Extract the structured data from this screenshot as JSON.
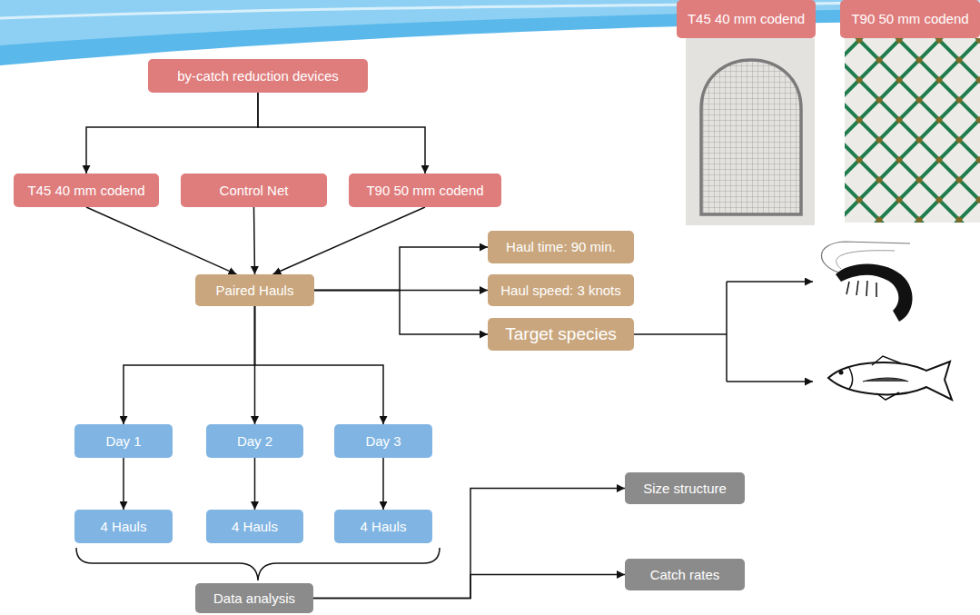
{
  "diagram": {
    "nodes": [
      {
        "text": [
          "by-catch reduction devices"
        ]
      },
      {
        "text": [
          "T45 40 mm codend"
        ]
      },
      {
        "text": [
          "Control Net"
        ]
      },
      {
        "text": [
          "T90 50 mm codend"
        ]
      },
      {
        "text": [
          "Paired Hauls"
        ]
      },
      {
        "text": [
          "Haul time: 90 min."
        ]
      },
      {
        "text": [
          "Haul speed: 3 knots"
        ]
      },
      {
        "text": [
          "Target species"
        ]
      },
      {
        "text": [
          "Day 1"
        ]
      },
      {
        "text": [
          "Day 2"
        ]
      },
      {
        "text": [
          "Day 3"
        ]
      },
      {
        "text": [
          "4 Hauls"
        ]
      },
      {
        "text": [
          "4 Hauls"
        ]
      },
      {
        "text": [
          "4 Hauls"
        ]
      },
      {
        "text": [
          "Data analysis"
        ]
      },
      {
        "text": [
          "Size structure"
        ]
      },
      {
        "text": [
          "Catch rates"
        ]
      },
      {
        "text": [
          "T45 40 mm codend"
        ]
      },
      {
        "text": [
          "T90 50 mm codend"
        ]
      }
    ],
    "edges": [
      {
        "from": 0,
        "to": 1,
        "arrow": "to"
      },
      {
        "from": 0,
        "to": 3,
        "arrow": "to"
      },
      {
        "from": 1,
        "to": 4,
        "arrow": "to"
      },
      {
        "from": 2,
        "to": 4,
        "arrow": "to"
      },
      {
        "from": 3,
        "to": 4,
        "arrow": "to"
      },
      {
        "from": 4,
        "to": 5,
        "arrow": "to"
      },
      {
        "from": 4,
        "to": 6,
        "arrow": "to"
      },
      {
        "from": 4,
        "to": 7,
        "arrow": "to"
      },
      {
        "from": 4,
        "to": 8,
        "arrow": "to"
      },
      {
        "from": 4,
        "to": 9,
        "arrow": "to"
      },
      {
        "from": 4,
        "to": 10,
        "arrow": "to"
      },
      {
        "from": 8,
        "to": 11,
        "arrow": "to"
      },
      {
        "from": 9,
        "to": 12,
        "arrow": "to"
      },
      {
        "from": 10,
        "to": 13,
        "arrow": "to"
      },
      {
        "from": 14,
        "to": 15,
        "arrow": "to"
      },
      {
        "from": 14,
        "to": 16,
        "arrow": "to"
      }
    ]
  }
}
